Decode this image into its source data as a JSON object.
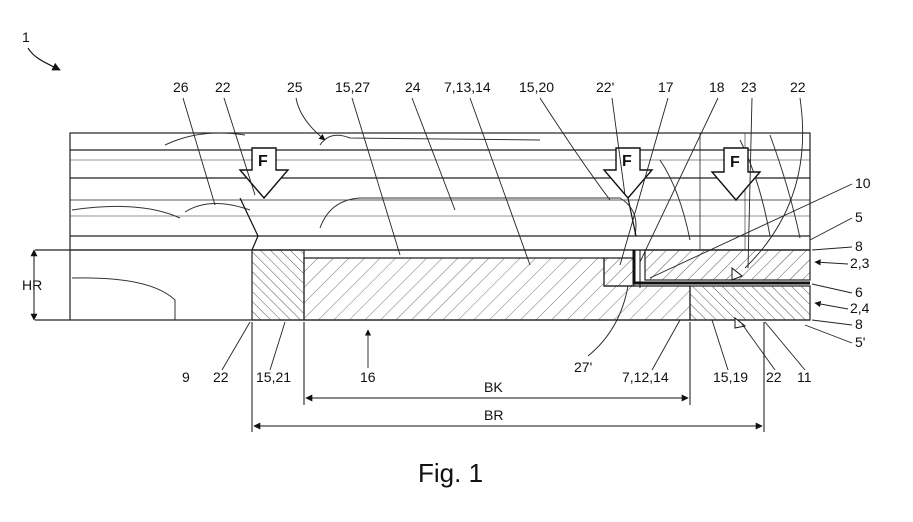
{
  "figure": {
    "ref": "1",
    "caption": "Fig. 1",
    "top_labels": [
      "26",
      "22",
      "25",
      "15,27",
      "24",
      "7,13,14",
      "15,20",
      "22'",
      "17",
      "18",
      "23",
      "22"
    ],
    "right_labels": [
      "10",
      "5",
      "8",
      "2,3",
      "6",
      "2,4",
      "8",
      "5'"
    ],
    "bottom_labels": [
      "9",
      "22",
      "15,21",
      "16",
      "27'",
      "7,12,14",
      "15,19",
      "22",
      "11"
    ],
    "force_label": "F",
    "dimensions": {
      "height": "HR",
      "inner_width": "BK",
      "outer_width": "BR"
    }
  }
}
